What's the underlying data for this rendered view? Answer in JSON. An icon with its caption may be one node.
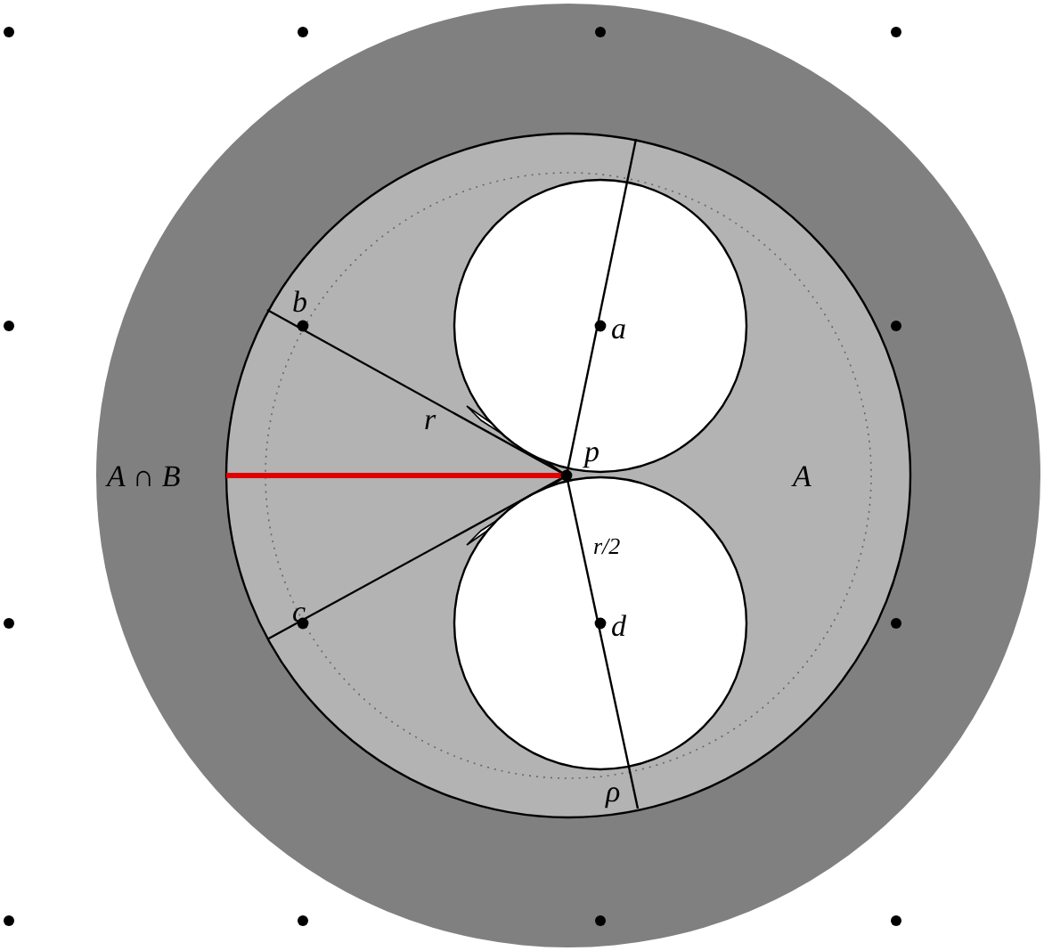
{
  "diagram": {
    "labels": [
      "b",
      "a",
      "r",
      "A ∩ B",
      "p",
      "A",
      "r/2",
      "c",
      "d",
      "ρ"
    ]
  }
}
